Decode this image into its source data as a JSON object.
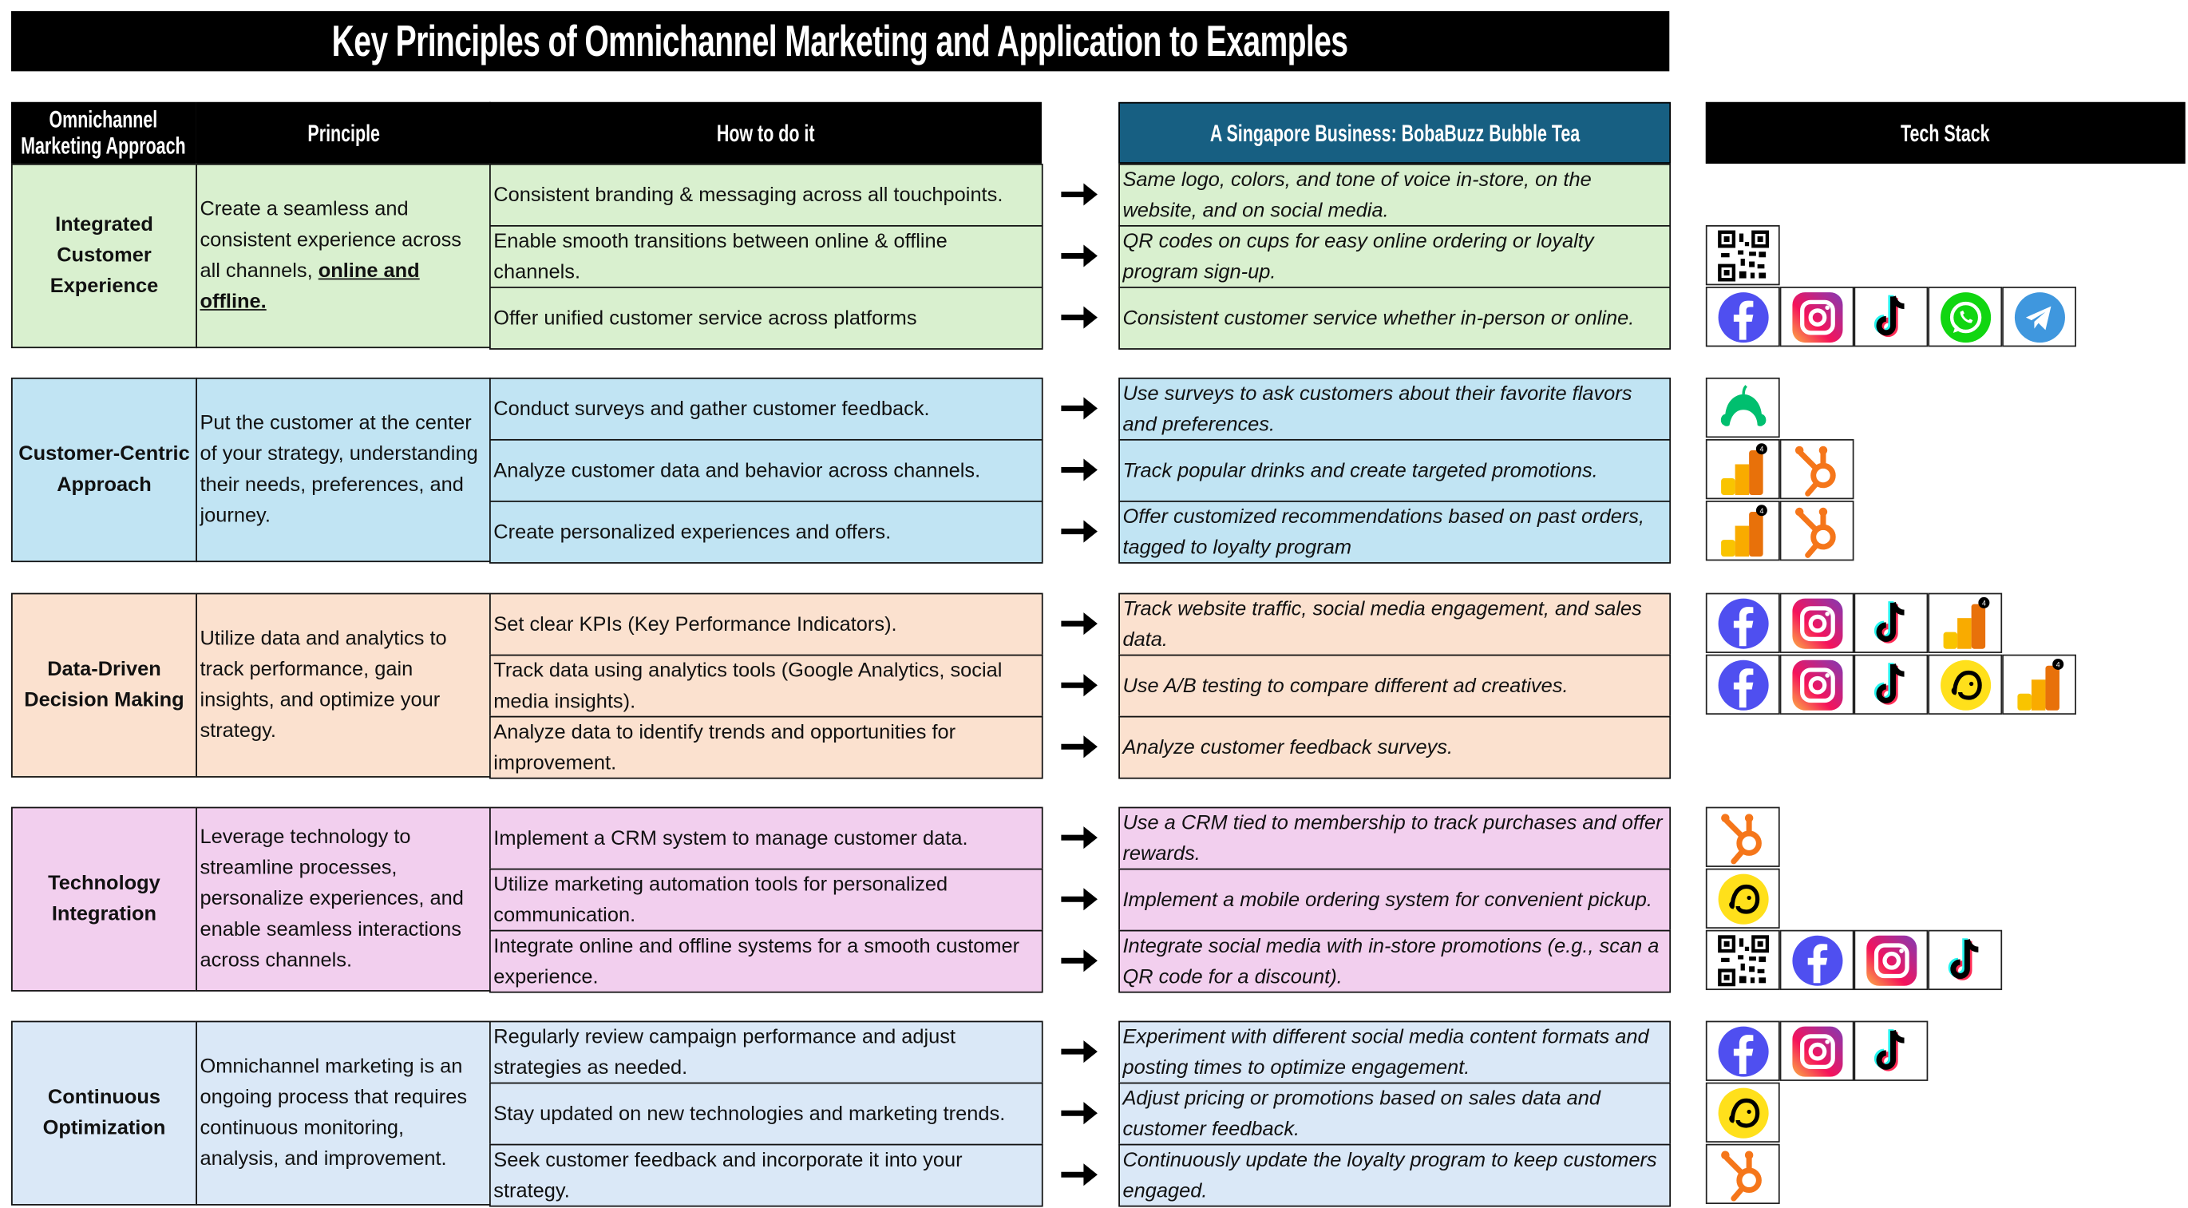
{
  "title": "Key Principles of Omnichannel Marketing and Application to Examples",
  "headers": {
    "approach_line1": "Omnichannel",
    "approach_line2": "Marketing Approach",
    "principle": "Principle",
    "how": "How to do it",
    "business": "A Singapore Business: BobaBuzz Bubble Tea",
    "tech": "Tech Stack"
  },
  "colors": {
    "title_bg": "#000000",
    "business_header": "#175f82"
  },
  "sections": [
    {
      "approach": "Integrated Customer Experience",
      "principle": "Create a seamless and consistent experience across all channels, ",
      "principle_emphasis": "online and offline.",
      "color": "#d9f0cf",
      "how": [
        "Consistent branding & messaging across all touchpoints.",
        "Enable smooth transitions between online & offline channels.",
        "Offer unified customer service across platforms"
      ],
      "business": [
        "Same logo, colors, and tone of voice in-store, on the website, and on social media.",
        "QR codes on cups for easy online ordering or loyalty program sign-up.",
        "Consistent customer service whether in-person or online."
      ],
      "tech": [
        [],
        [
          "qr-code"
        ],
        [
          "facebook",
          "instagram",
          "tiktok",
          "whatsapp",
          "telegram"
        ]
      ]
    },
    {
      "approach": "Customer-Centric Approach",
      "principle": "Put the customer at the center of your strategy, understanding their needs, preferences, and journey.",
      "color": "#c1e4f3",
      "how": [
        "Conduct surveys and gather customer feedback.",
        "Analyze customer data and behavior across channels.",
        "Create personalized experiences and offers."
      ],
      "business": [
        "Use surveys to ask customers about their favorite flavors and preferences.",
        "Track popular drinks and create targeted promotions.",
        "Offer customized recommendations based on past orders, tagged to loyalty program"
      ],
      "tech": [
        [
          "surveymonkey"
        ],
        [
          "google-analytics",
          "hubspot"
        ],
        [
          "google-analytics",
          "hubspot"
        ]
      ]
    },
    {
      "approach": "Data-Driven Decision Making",
      "principle": "Utilize data and analytics to track performance, gain insights, and optimize your strategy.",
      "color": "#fbe1cf",
      "how": [
        "Set clear KPIs (Key Performance Indicators).",
        "Track data using analytics tools (Google Analytics, social media insights).",
        "Analyze data to identify trends and opportunities for improvement."
      ],
      "business": [
        "Track website traffic, social media engagement, and sales data.",
        "Use A/B testing to compare different ad creatives.",
        "Analyze customer feedback surveys."
      ],
      "tech": [
        [
          "facebook",
          "instagram",
          "tiktok",
          "google-analytics"
        ],
        [
          "facebook",
          "instagram",
          "tiktok",
          "mailchimp",
          "google-analytics"
        ],
        []
      ]
    },
    {
      "approach": "Technology Integration",
      "principle": "Leverage technology to streamline processes, personalize experiences, and enable seamless interactions across channels.",
      "color": "#f2cfee",
      "how": [
        "Implement a CRM system to manage customer data.",
        "Utilize marketing automation tools for personalized communication.",
        "Integrate online and offline systems for a smooth customer experience."
      ],
      "business": [
        "Use a CRM tied to membership to track purchases and offer rewards.",
        "Implement a mobile ordering system for convenient pickup.",
        "Integrate social media with in-store promotions (e.g., scan a QR code for a discount)."
      ],
      "tech": [
        [
          "hubspot"
        ],
        [
          "mailchimp"
        ],
        [
          "qr-code",
          "facebook",
          "instagram",
          "tiktok"
        ]
      ]
    },
    {
      "approach": "Continuous Optimization",
      "principle": "Omnichannel marketing is an ongoing process that requires continuous monitoring, analysis, and improvement.",
      "color": "#dae8f7",
      "how": [
        "Regularly review campaign performance and adjust strategies as needed.",
        "Stay updated on new technologies and marketing trends.",
        "Seek customer feedback and incorporate it into your strategy."
      ],
      "business": [
        "Experiment with different social media content formats and posting times to optimize engagement.",
        "Adjust pricing or promotions based on sales data and customer feedback.",
        "Continuously update the loyalty program to keep customers engaged."
      ],
      "tech": [
        [
          "facebook",
          "instagram",
          "tiktok"
        ],
        [
          "mailchimp"
        ],
        [
          "hubspot"
        ]
      ]
    }
  ]
}
